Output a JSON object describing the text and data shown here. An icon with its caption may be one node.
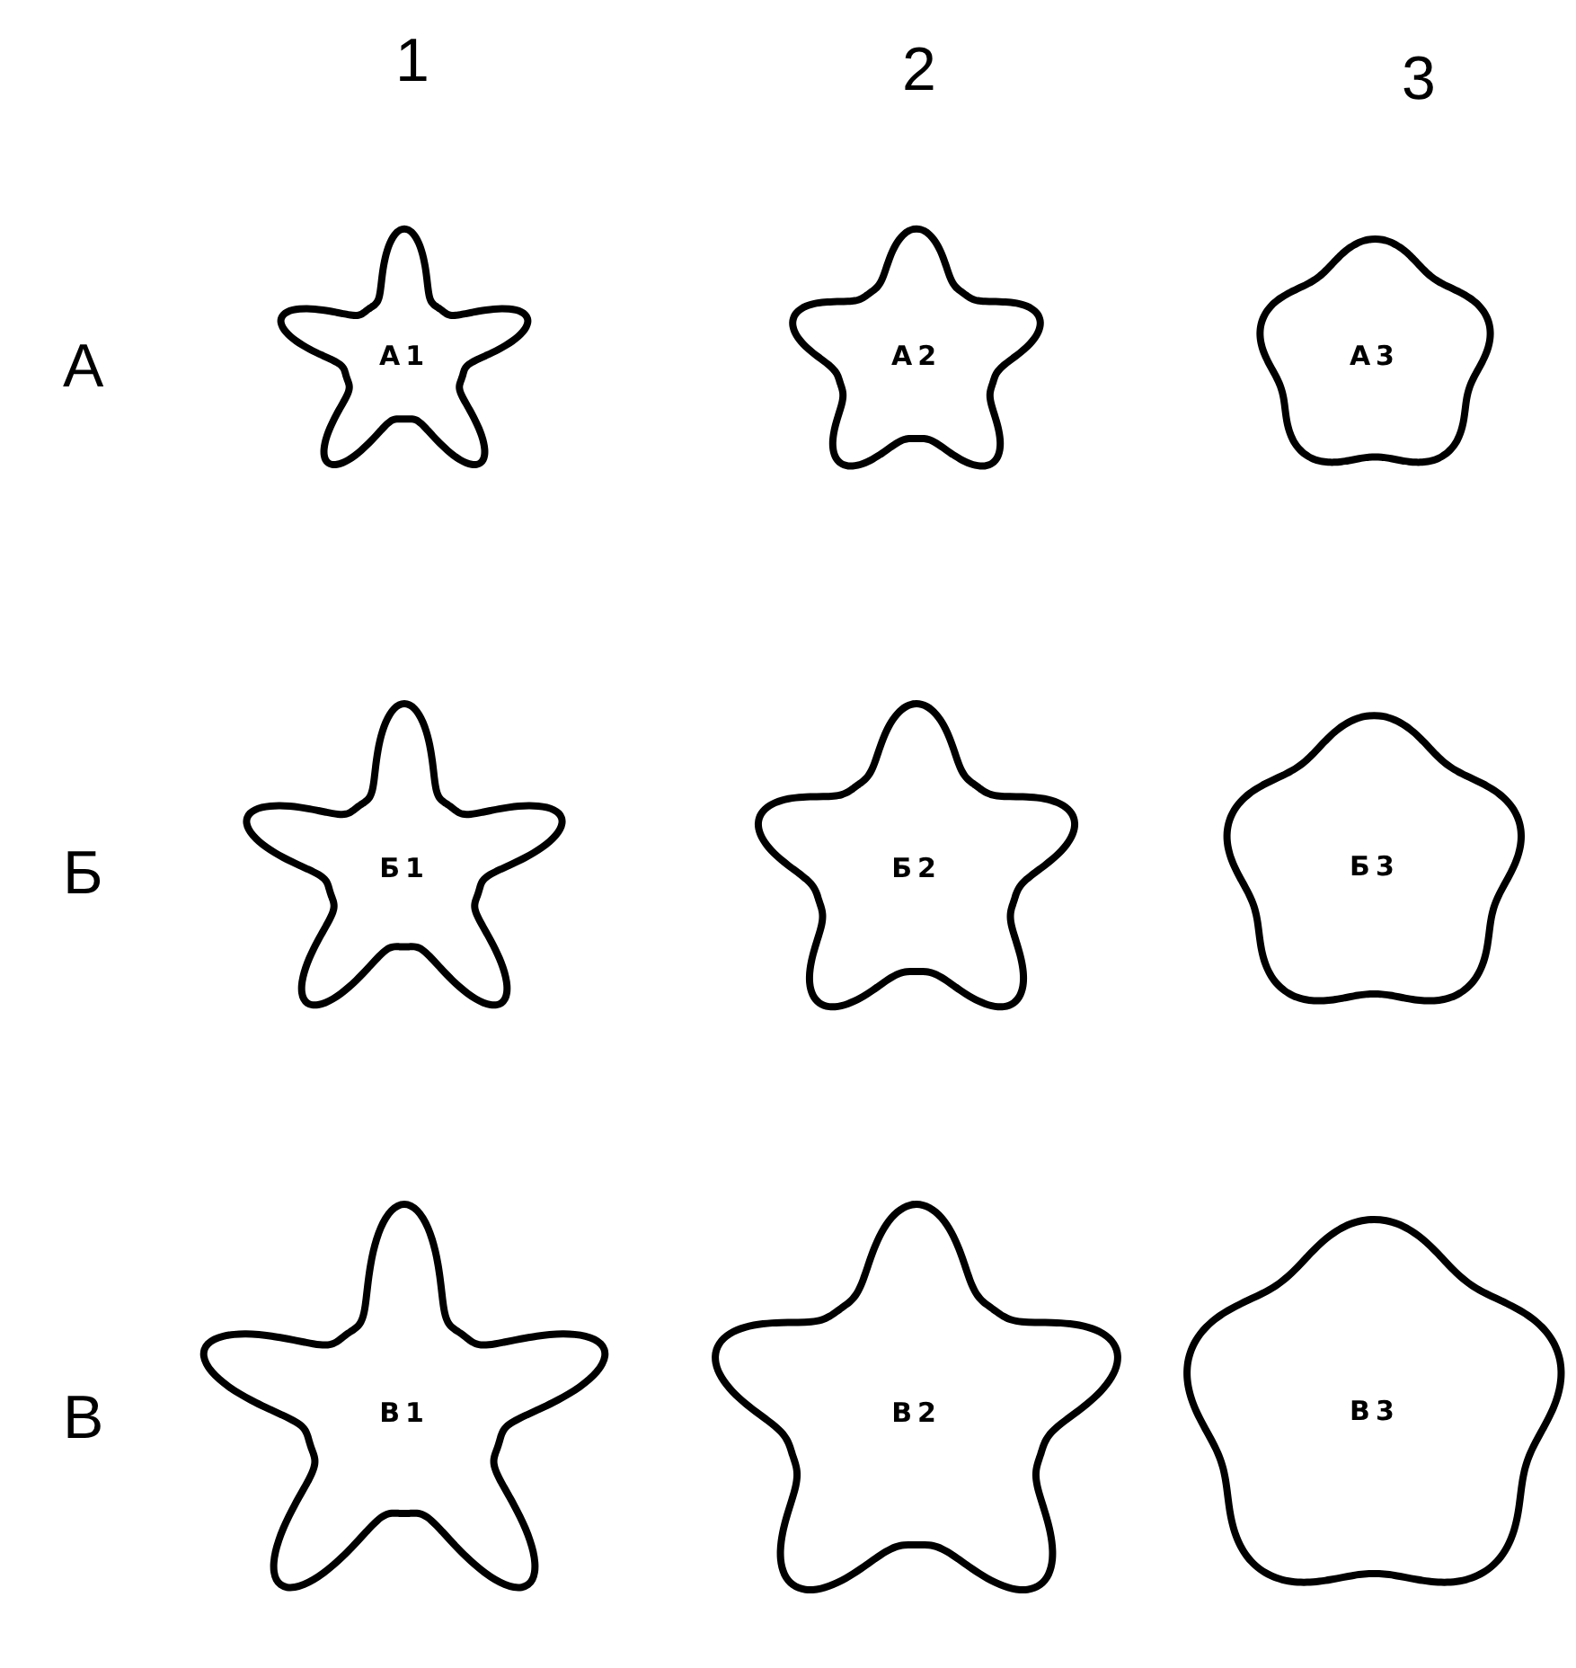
{
  "diagram": {
    "nodes": [
      {
        "text": [
          "А1"
        ]
      },
      {
        "text": [
          "А2"
        ]
      },
      {
        "text": [
          "А3"
        ]
      },
      {
        "text": [
          "Б1"
        ]
      },
      {
        "text": [
          "Б2"
        ]
      },
      {
        "text": [
          "Б3"
        ]
      },
      {
        "text": [
          "В1"
        ]
      },
      {
        "text": [
          "В2"
        ]
      },
      {
        "text": [
          "В3"
        ]
      }
    ],
    "labels": [
      "1",
      "2",
      "3",
      "А",
      "Б",
      "В"
    ]
  }
}
